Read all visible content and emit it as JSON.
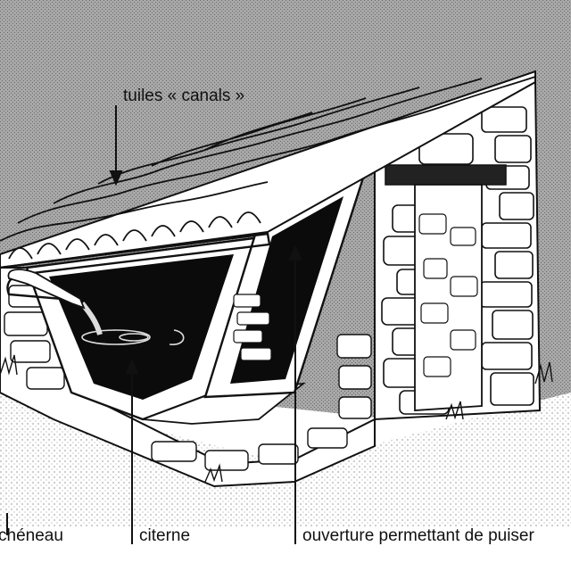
{
  "labels": {
    "tiles": "tuiles « canals »",
    "gutter": "chéneau",
    "cistern": "citerne",
    "opening": "ouverture permettant de puiser"
  },
  "colors": {
    "sky": "#9a9a9a",
    "ink": "#111111",
    "stone_fill": "#ffffff",
    "water": "#0b0b0b"
  },
  "icons": {
    "tiles_arrow": "arrow-down-icon",
    "gutter_leader": "leader-line",
    "cistern_arrow": "arrow-up-icon",
    "opening_arrow": "arrow-up-icon"
  }
}
